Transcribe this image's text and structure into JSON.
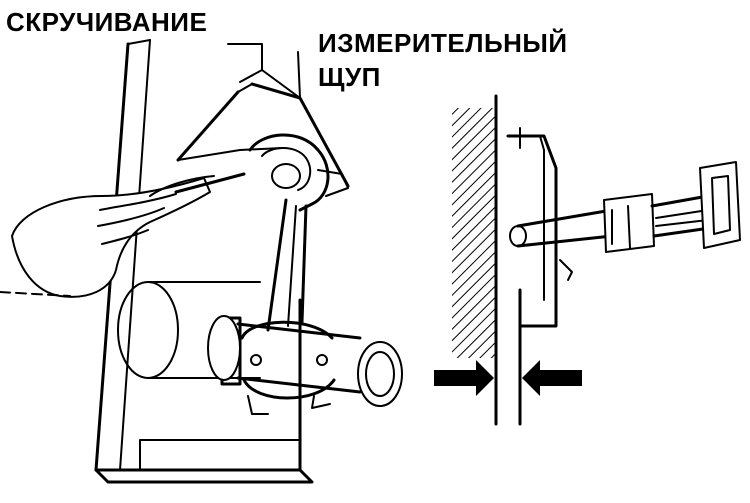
{
  "labels": {
    "twist": "СКРУЧИВАНИЕ",
    "gauge_line1": "ИЗМЕРИТЕЛЬНЫЙ",
    "gauge_line2": "ЩУП"
  },
  "colors": {
    "ink": "#000000",
    "background": "#ffffff"
  }
}
